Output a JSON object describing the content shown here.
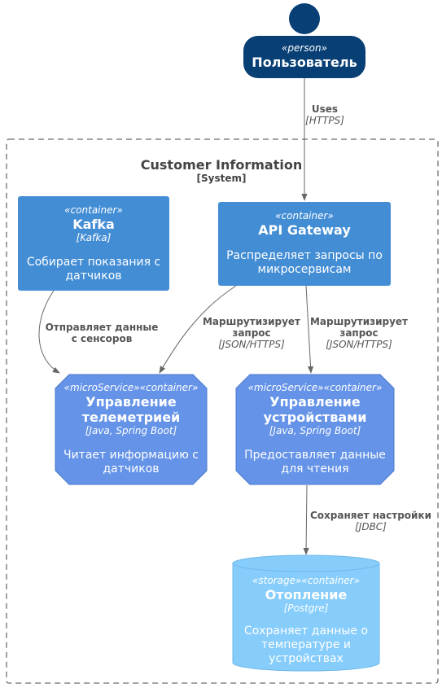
{
  "diagram": {
    "boundary": {
      "name": "Customer Information",
      "type": "[System]"
    },
    "person": {
      "stereotype": "«person»",
      "name": "Пользователь"
    },
    "kafka": {
      "stereotype": "«container»",
      "name": "Kafka",
      "tech": "[Kafka]",
      "desc_lines": [
        "Собирает показания с",
        "датчиков"
      ]
    },
    "gateway": {
      "stereotype": "«container»",
      "name": "API Gateway",
      "desc_lines": [
        "Распределяет запросы по",
        "микросервисам"
      ]
    },
    "telemetry": {
      "stereotype": "«microService»«container»",
      "name_lines": [
        "Управление",
        "телеметрией"
      ],
      "tech": "[Java, Spring Boot]",
      "desc_lines": [
        "Читает информацию с",
        "датчиков"
      ]
    },
    "devices": {
      "stereotype": "«microService»«container»",
      "name_lines": [
        "Управление",
        "устройствами"
      ],
      "tech": "[Java, Spring Boot]",
      "desc_lines": [
        "Предоставляет данные",
        "для чтения"
      ]
    },
    "heating": {
      "stereotype": "«storage»«container»",
      "name": "Отопление",
      "tech": "[Postgre]",
      "desc_lines": [
        "Сохраняет данные о",
        "температуре и",
        "устройствах"
      ]
    },
    "edges": {
      "uses": {
        "label": "Uses",
        "tech": "[HTTPS]"
      },
      "kafka_telemetry": {
        "label_lines": [
          "Отправляет данные",
          "с сенсоров"
        ]
      },
      "gw_telemetry": {
        "label_lines": [
          "Маршрутизирует",
          "запрос"
        ],
        "tech": "[JSON/HTTPS]"
      },
      "gw_devices": {
        "label_lines": [
          "Маршрутизирует",
          "запрос"
        ],
        "tech": "[JSON/HTTPS]"
      },
      "devices_heating": {
        "label": "Сохраняет настройки",
        "tech": "[JDBC]"
      }
    }
  },
  "colors": {
    "person": "#083f75",
    "container": "#438dd5",
    "microservice": "#6493e8",
    "storage": "#86cdfc",
    "edge": "#666666",
    "boundary": "#444444"
  }
}
